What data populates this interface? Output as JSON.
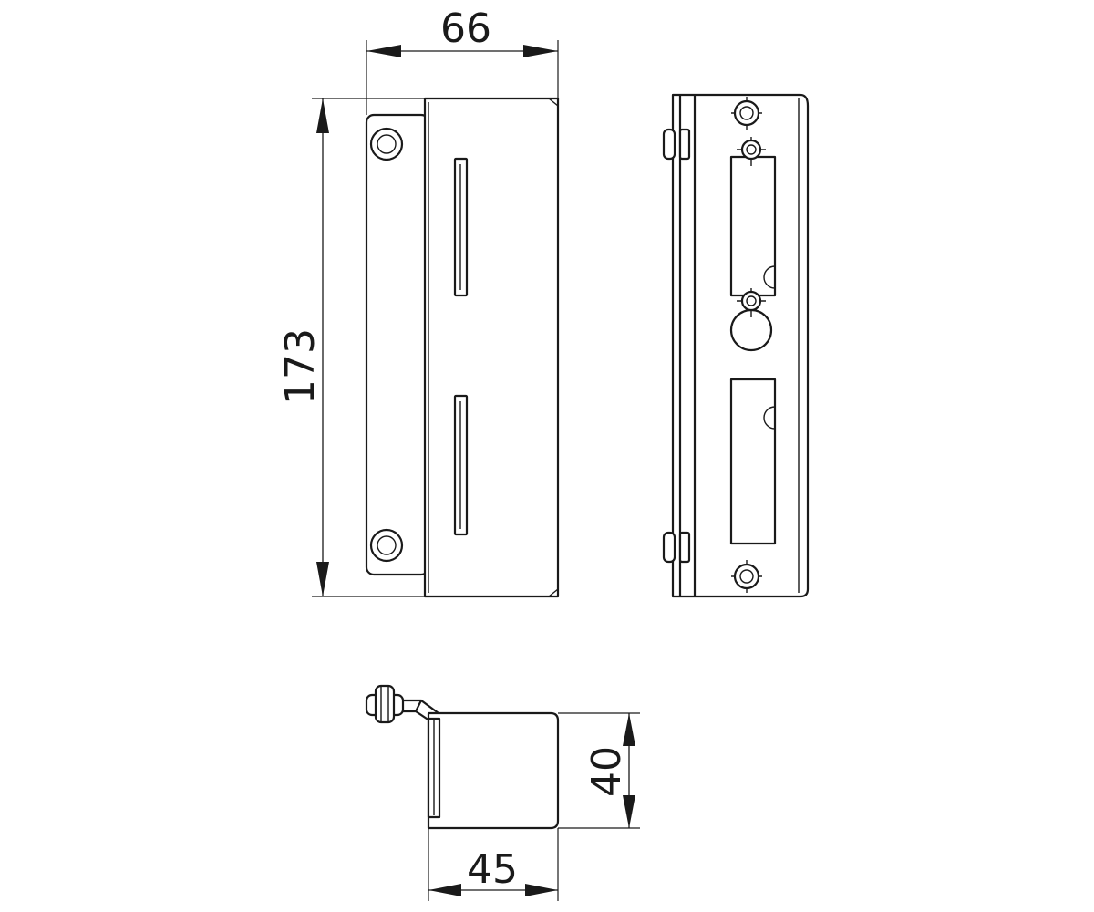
{
  "dimensions": {
    "front_width": "66",
    "front_height": "173",
    "top_depth": "40",
    "top_width": "45"
  },
  "colors": {
    "line": "#1a1a1a",
    "background": "#ffffff"
  }
}
